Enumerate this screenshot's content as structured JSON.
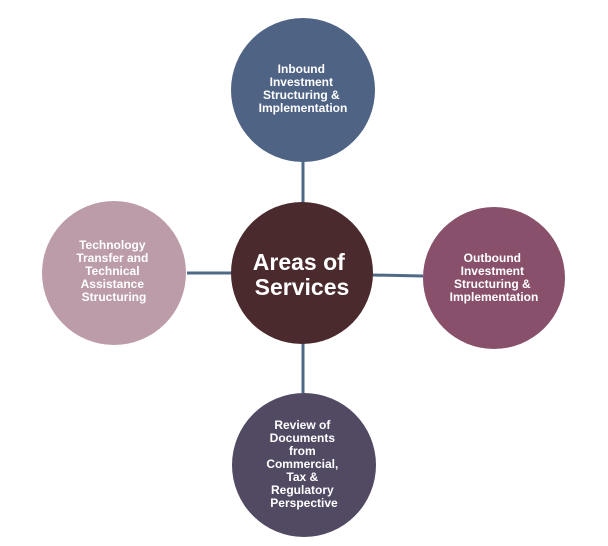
{
  "diagram": {
    "center": {
      "lines": [
        "Areas of",
        "Services"
      ],
      "color": "#4a2a2c"
    },
    "top": {
      "lines": [
        "Inbound",
        "Investment",
        "Structuring &",
        "Implementation"
      ],
      "color": "#4f6385"
    },
    "right": {
      "lines": [
        "Outbound",
        "Investment",
        "Structuring &",
        "Implementation"
      ],
      "color": "#89506b"
    },
    "bottom": {
      "lines": [
        "Review of",
        "Documents",
        "from",
        "Commercial,",
        "Tax &",
        "Regulatory",
        "Perspective"
      ],
      "color": "#524a63"
    },
    "left": {
      "lines": [
        "Technology",
        "Transfer and",
        "Technical",
        "Assistance",
        "Structuring"
      ],
      "color": "#bc9ca9"
    },
    "connector_color": "#4f6a86"
  }
}
